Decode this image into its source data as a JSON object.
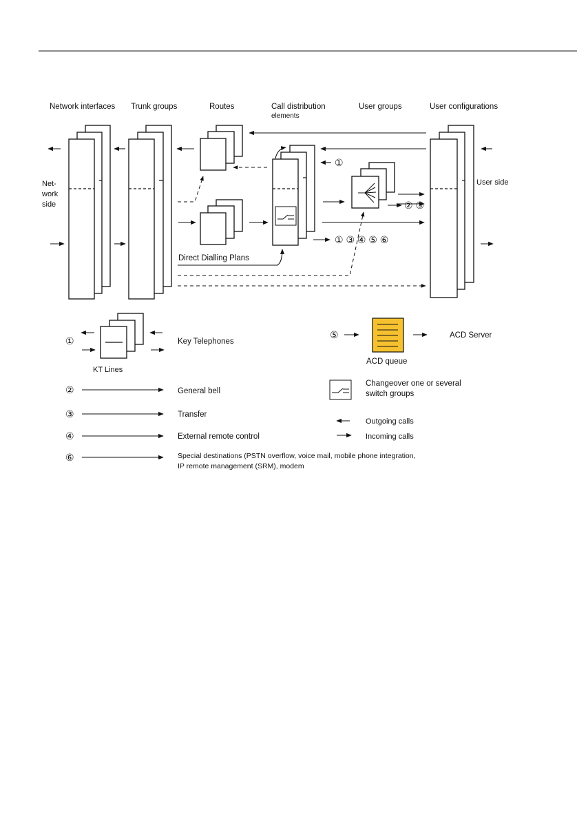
{
  "headers": {
    "network_interfaces": "Network interfaces",
    "trunk_groups": "Trunk groups",
    "routes": "Routes",
    "call_distribution_1": "Call distribution",
    "call_distribution_2": "elements",
    "user_groups": "User groups",
    "user_configurations": "User configurations"
  },
  "side_labels": {
    "network_side_1": "Net-",
    "network_side_2": "work",
    "network_side_3": "side",
    "user_side": "User side"
  },
  "diagram_labels": {
    "direct_dialling_plans": "Direct Dialling Plans",
    "targets_user_group": "② ③",
    "targets_call_distribution": "① ③ ④ ⑤ ⑥",
    "target_one": "①"
  },
  "legend": {
    "kt_marker": "①",
    "kt_lines": "KT Lines",
    "key_telephones": "Key Telephones",
    "acd_marker": "⑤",
    "acd_queue": "ACD queue",
    "acd_server": "ACD Server",
    "changeover_1": "Changeover one or several",
    "changeover_2": "switch groups",
    "outgoing_calls": "Outgoing calls",
    "incoming_calls": "Incoming calls",
    "general_bell_marker": "②",
    "general_bell": "General bell",
    "transfer_marker": "③",
    "transfer": "Transfer",
    "external_marker": "④",
    "external_remote_control": "External remote control",
    "special_marker": "⑥",
    "special_destinations_1": "Special destinations (PSTN overflow, voice mail, mobile phone integration,",
    "special_destinations_2": "IP remote management (SRM), modem"
  },
  "colors": {
    "acd_queue_fill": "#F6C12F",
    "line": "#111111",
    "header_rule": "#333333"
  }
}
